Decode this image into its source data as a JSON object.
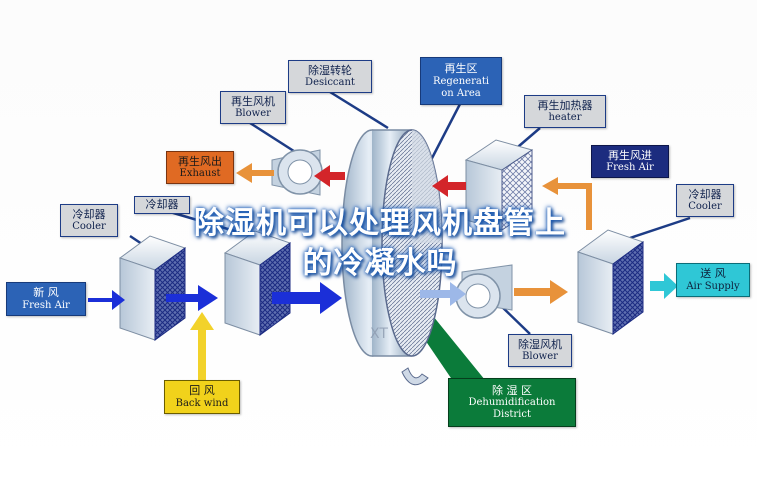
{
  "labels": {
    "desiccant": {
      "zh": "除湿转轮",
      "en": "Desiccant"
    },
    "regeneration": {
      "zh": "再生区",
      "en1": "Regenerati",
      "en2": "on Area"
    },
    "blower_regen": {
      "zh": "再生风机",
      "en": "Blower"
    },
    "heater": {
      "zh": "再生加热器",
      "en": "heater"
    },
    "exhaust": {
      "zh": "再生风出",
      "en": "Exhaust"
    },
    "regen_fresh_air": {
      "zh": "再生风进",
      "en": "Fresh Air"
    },
    "cooler_left": {
      "zh": "冷却器",
      "en": "Cooler"
    },
    "cooler_mid": {
      "zh": "冷却器"
    },
    "cooler_right": {
      "zh": "冷却器",
      "en": "Cooler"
    },
    "fresh_air": {
      "zh": "新    风",
      "en": "Fresh Air"
    },
    "back_wind": {
      "zh": "回    风",
      "en": "Back wind"
    },
    "air_supply": {
      "zh": "送    风",
      "en": "Air Supply"
    },
    "blower_dehum": {
      "zh": "除湿风机",
      "en": "Blower"
    },
    "dehum_district": {
      "zh": "除    湿    区",
      "en1": "Dehumidification",
      "en2": "District"
    }
  },
  "overlay": {
    "line1": "除湿机可以处理风机盘管上",
    "line2": "的冷凝水吗"
  },
  "watermark": "XT",
  "colors": {
    "label_grey": "#d5d7da",
    "label_blue": "#2c63b6",
    "exhaust_orange": "#e06a23",
    "back_wind_yellow": "#f1d21b",
    "air_supply_cyan": "#2fc7d6",
    "dehum_green": "#0b7b3a",
    "arrow_blue": "#1b2fd8",
    "arrow_red": "#d3252a",
    "arrow_orange": "#e8923a",
    "overlay_text": "#ffffff"
  }
}
